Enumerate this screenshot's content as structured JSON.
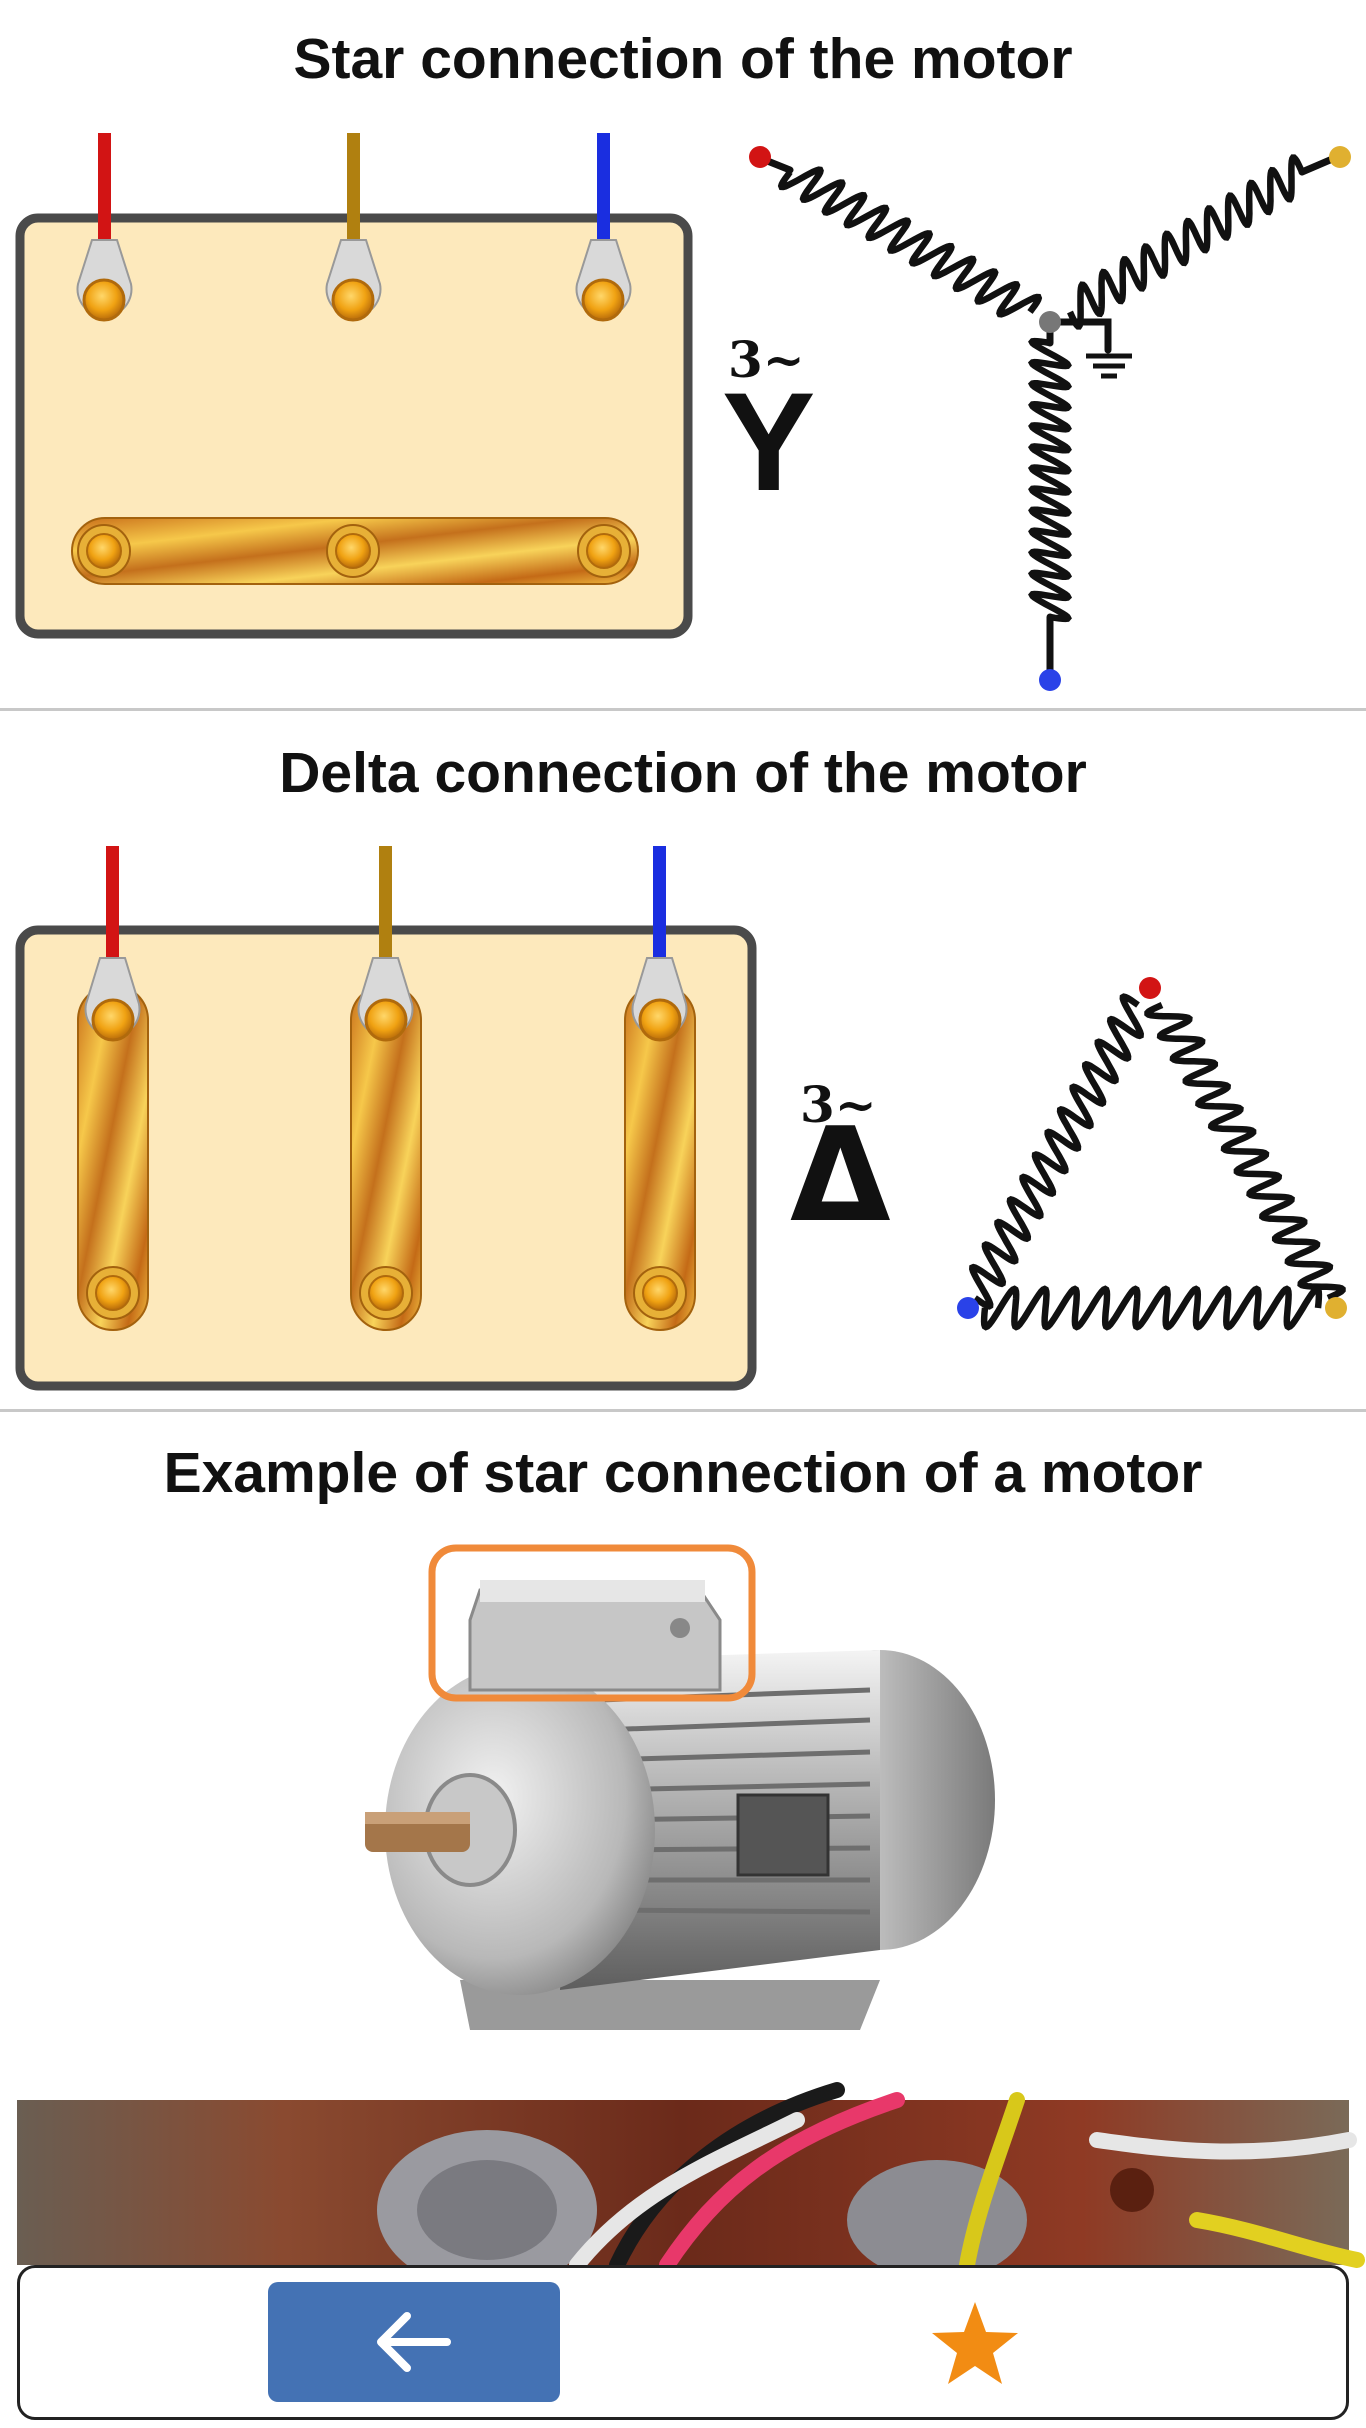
{
  "sections": {
    "star": {
      "title": "Star connection of the motor",
      "phase_label": "3~",
      "symbol": "Y"
    },
    "delta": {
      "title": "Delta connection of the motor",
      "phase_label": "3~",
      "symbol": "Δ"
    },
    "example": {
      "title": "Example of star connection of a motor"
    }
  },
  "colors": {
    "wire_l1": "#d21414",
    "wire_l2": "#b08010",
    "wire_l3": "#1a2ee0",
    "terminal_box": "#fde9bc",
    "highlight": "#f08a3a",
    "nav_button": "#4472b4",
    "star_icon": "#f28c13"
  },
  "bottom_bar": {
    "back_icon": "arrow-left-icon",
    "favorite_icon": "star-icon"
  }
}
